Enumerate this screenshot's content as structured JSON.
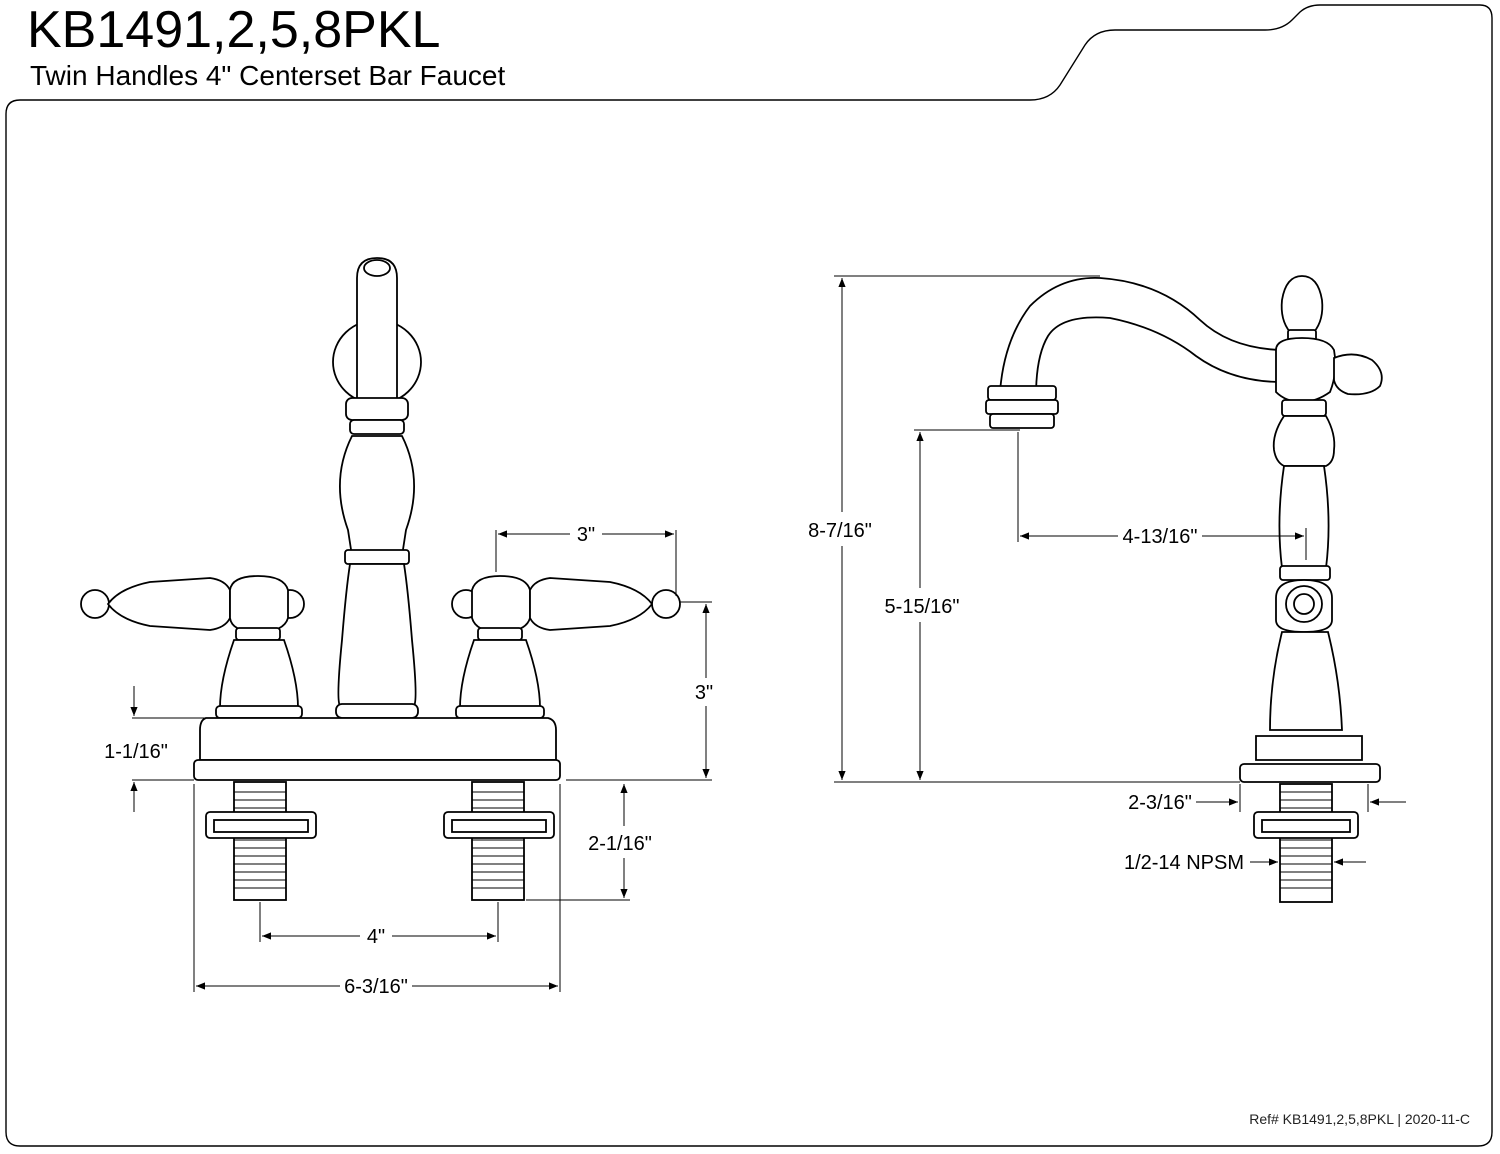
{
  "header": {
    "model": "KB1491,2,5,8PKL",
    "description": "Twin Handles 4\" Centerset Bar Faucet"
  },
  "footer": {
    "ref": "Ref# KB1491,2,5,8PKL | 2020-11-C"
  },
  "front_view": {
    "dims": {
      "handle_spread": "3\"",
      "handle_height": "3\"",
      "base_height": "1-1/16\"",
      "shank_length": "2-1/16\"",
      "centers": "4\"",
      "overall_width": "6-3/16\""
    }
  },
  "side_view": {
    "dims": {
      "overall_height": "8-7/16\"",
      "spout_height": "5-15/16\"",
      "spout_reach": "4-13/16\"",
      "base_diameter": "2-3/16\"",
      "thread": "1/2-14 NPSM"
    }
  }
}
